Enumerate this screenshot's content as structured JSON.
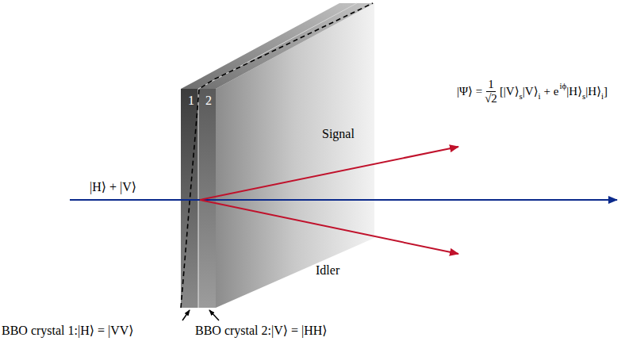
{
  "diagram": {
    "nodes": [
      {
        "text": [
          "1"
        ]
      },
      {
        "text": [
          "2"
        ]
      }
    ],
    "labels": [
      "|H⟩ + |V⟩",
      "Signal",
      "Idler",
      "|Ψ⟩ =",
      "1",
      "√2",
      "[|V⟩",
      "s",
      "|V⟩",
      "i",
      "+ e",
      "iϕ",
      "|H⟩",
      "s",
      "|H⟩",
      "i",
      "]",
      "BBO crystal 1:|H⟩ = |VV⟩",
      "BBO crystal 2:|V⟩ = |HH⟩"
    ]
  }
}
